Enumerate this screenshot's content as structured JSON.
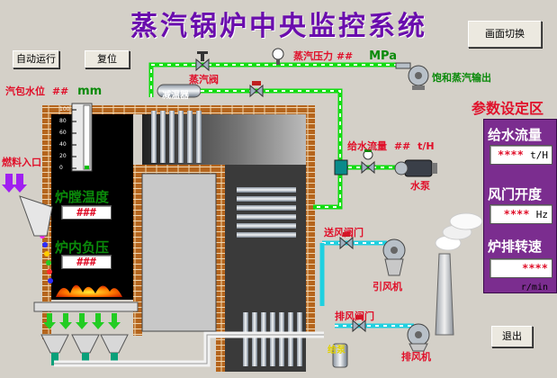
{
  "title": "蒸汽锅炉中央监控系统",
  "buttons": {
    "auto_run": "自动运行",
    "reset": "复位",
    "switch_screen": "画面切换",
    "exit": "退出"
  },
  "drum": {
    "level_label": "汽包水位",
    "level_value": "##",
    "level_unit": "mm",
    "name": "减温器"
  },
  "steam": {
    "valve_label": "蒸汽阀",
    "pressure_label": "蒸汽压力",
    "pressure_value": "##",
    "pressure_unit": "MPa",
    "output_label": "饱和蒸汽输出"
  },
  "water": {
    "flow_label": "给水流量",
    "flow_value": "##",
    "flow_unit": "t/H",
    "pump_label": "水泵"
  },
  "furnace": {
    "fuel_inlet": "燃料入口",
    "temp_label": "炉膛温度",
    "temp_value": "###",
    "pressure_label": "炉内负压",
    "pressure_value": "###",
    "gauge_ticks": [
      "100",
      "80",
      "60",
      "40",
      "20",
      "0"
    ]
  },
  "air": {
    "supply_valve": "送风阀门",
    "induced_fan": "引风机",
    "exhaust_valve": "排风阀门",
    "exhaust_fan": "排风机",
    "pump_room": "给泵"
  },
  "params_panel": {
    "heading": "参数设定区",
    "items": [
      {
        "label": "给水流量",
        "value": "****",
        "unit": "t/H"
      },
      {
        "label": "风门开度",
        "value": "****",
        "unit": "Hz"
      },
      {
        "label": "炉排转速",
        "value": "****",
        "unit": "r/min"
      }
    ]
  },
  "colors": {
    "title": "#6a0dad",
    "water_pipe": "#11dd11",
    "steam_pipe": "#11dd11",
    "air_pipe": "#1fd0e0",
    "brick": "#b5651d",
    "panel": "#7b2d8f",
    "readout": "#e0102a"
  }
}
